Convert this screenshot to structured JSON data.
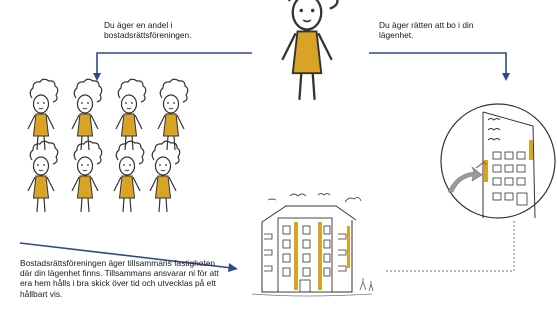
{
  "texts": {
    "share_line1": "Du äger en andel i",
    "share_line2": "bostadsrättsföreningen.",
    "right_line1": "Du äger rätten att bo i din",
    "right_line2": "lägenhet.",
    "assoc_line1": "Bostadsrättsföreningen äger tillsammans fastigheten",
    "assoc_line2": "där din lägenhet finns. Tillsammans ansvarar ni för att",
    "assoc_line3": "era hem hålls i bra skick över tid och utvecklas på ett",
    "assoc_line4": "hållbart vis."
  },
  "colors": {
    "arrow": "#2f4a8c",
    "ochre": "#d9a326",
    "line": "#333333",
    "dotted": "#7a8cc0"
  },
  "icons": [
    "person-icon",
    "group-of-members-icon",
    "apartment-building-icon",
    "apartment-closeup-icon",
    "arrow-icon"
  ]
}
